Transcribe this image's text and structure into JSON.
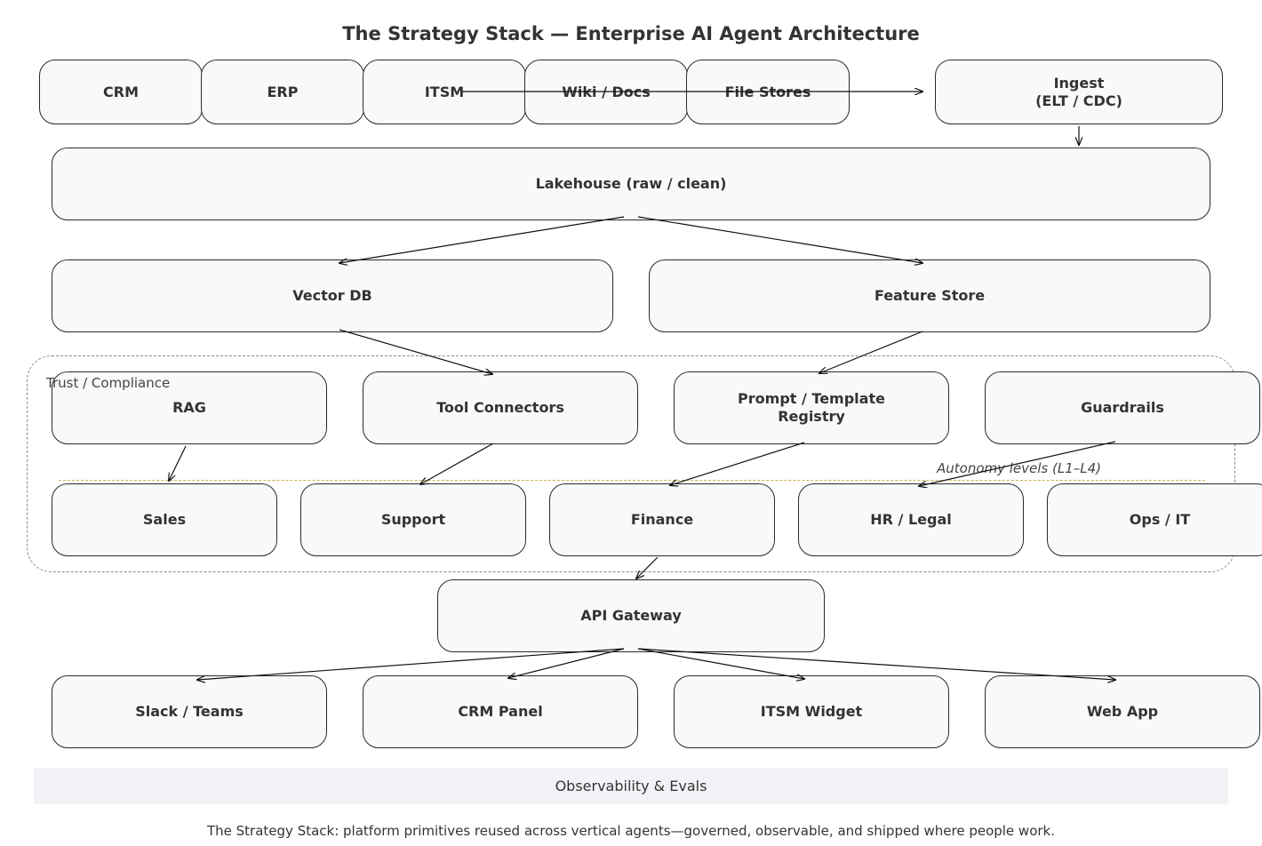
{
  "title": "The Strategy Stack — Enterprise AI Agent Architecture",
  "sources": [
    "CRM",
    "ERP",
    "ITSM",
    "Wiki / Docs",
    "File Stores"
  ],
  "ingest": "Ingest\n(ELT / CDC)",
  "lakehouse": "Lakehouse (raw / clean)",
  "storage": {
    "vector_db": "Vector DB",
    "feature_store": "Feature Store"
  },
  "trust_region_label": "Trust / Compliance",
  "platform": [
    "RAG",
    "Tool Connectors",
    "Prompt / Template\nRegistry",
    "Guardrails"
  ],
  "autonomy_label": "Autonomy levels (L1–L4)",
  "agents": [
    "Sales",
    "Support",
    "Finance",
    "HR / Legal",
    "Ops / IT"
  ],
  "gateway": "API Gateway",
  "channels": [
    "Slack / Teams",
    "CRM Panel",
    "ITSM Widget",
    "Web App"
  ],
  "observability": "Observability & Evals",
  "caption": "The Strategy Stack: platform primitives reused across vertical agents—governed, observable, and shipped where people work.",
  "colors": {
    "box_fill": "#f8f9fb",
    "box_border": "#2b2b2b",
    "text": "#333333",
    "trust_border": "#8a8a8a",
    "autonomy_line": "#c9b14a",
    "observability_fill": "#f2f3f7"
  }
}
